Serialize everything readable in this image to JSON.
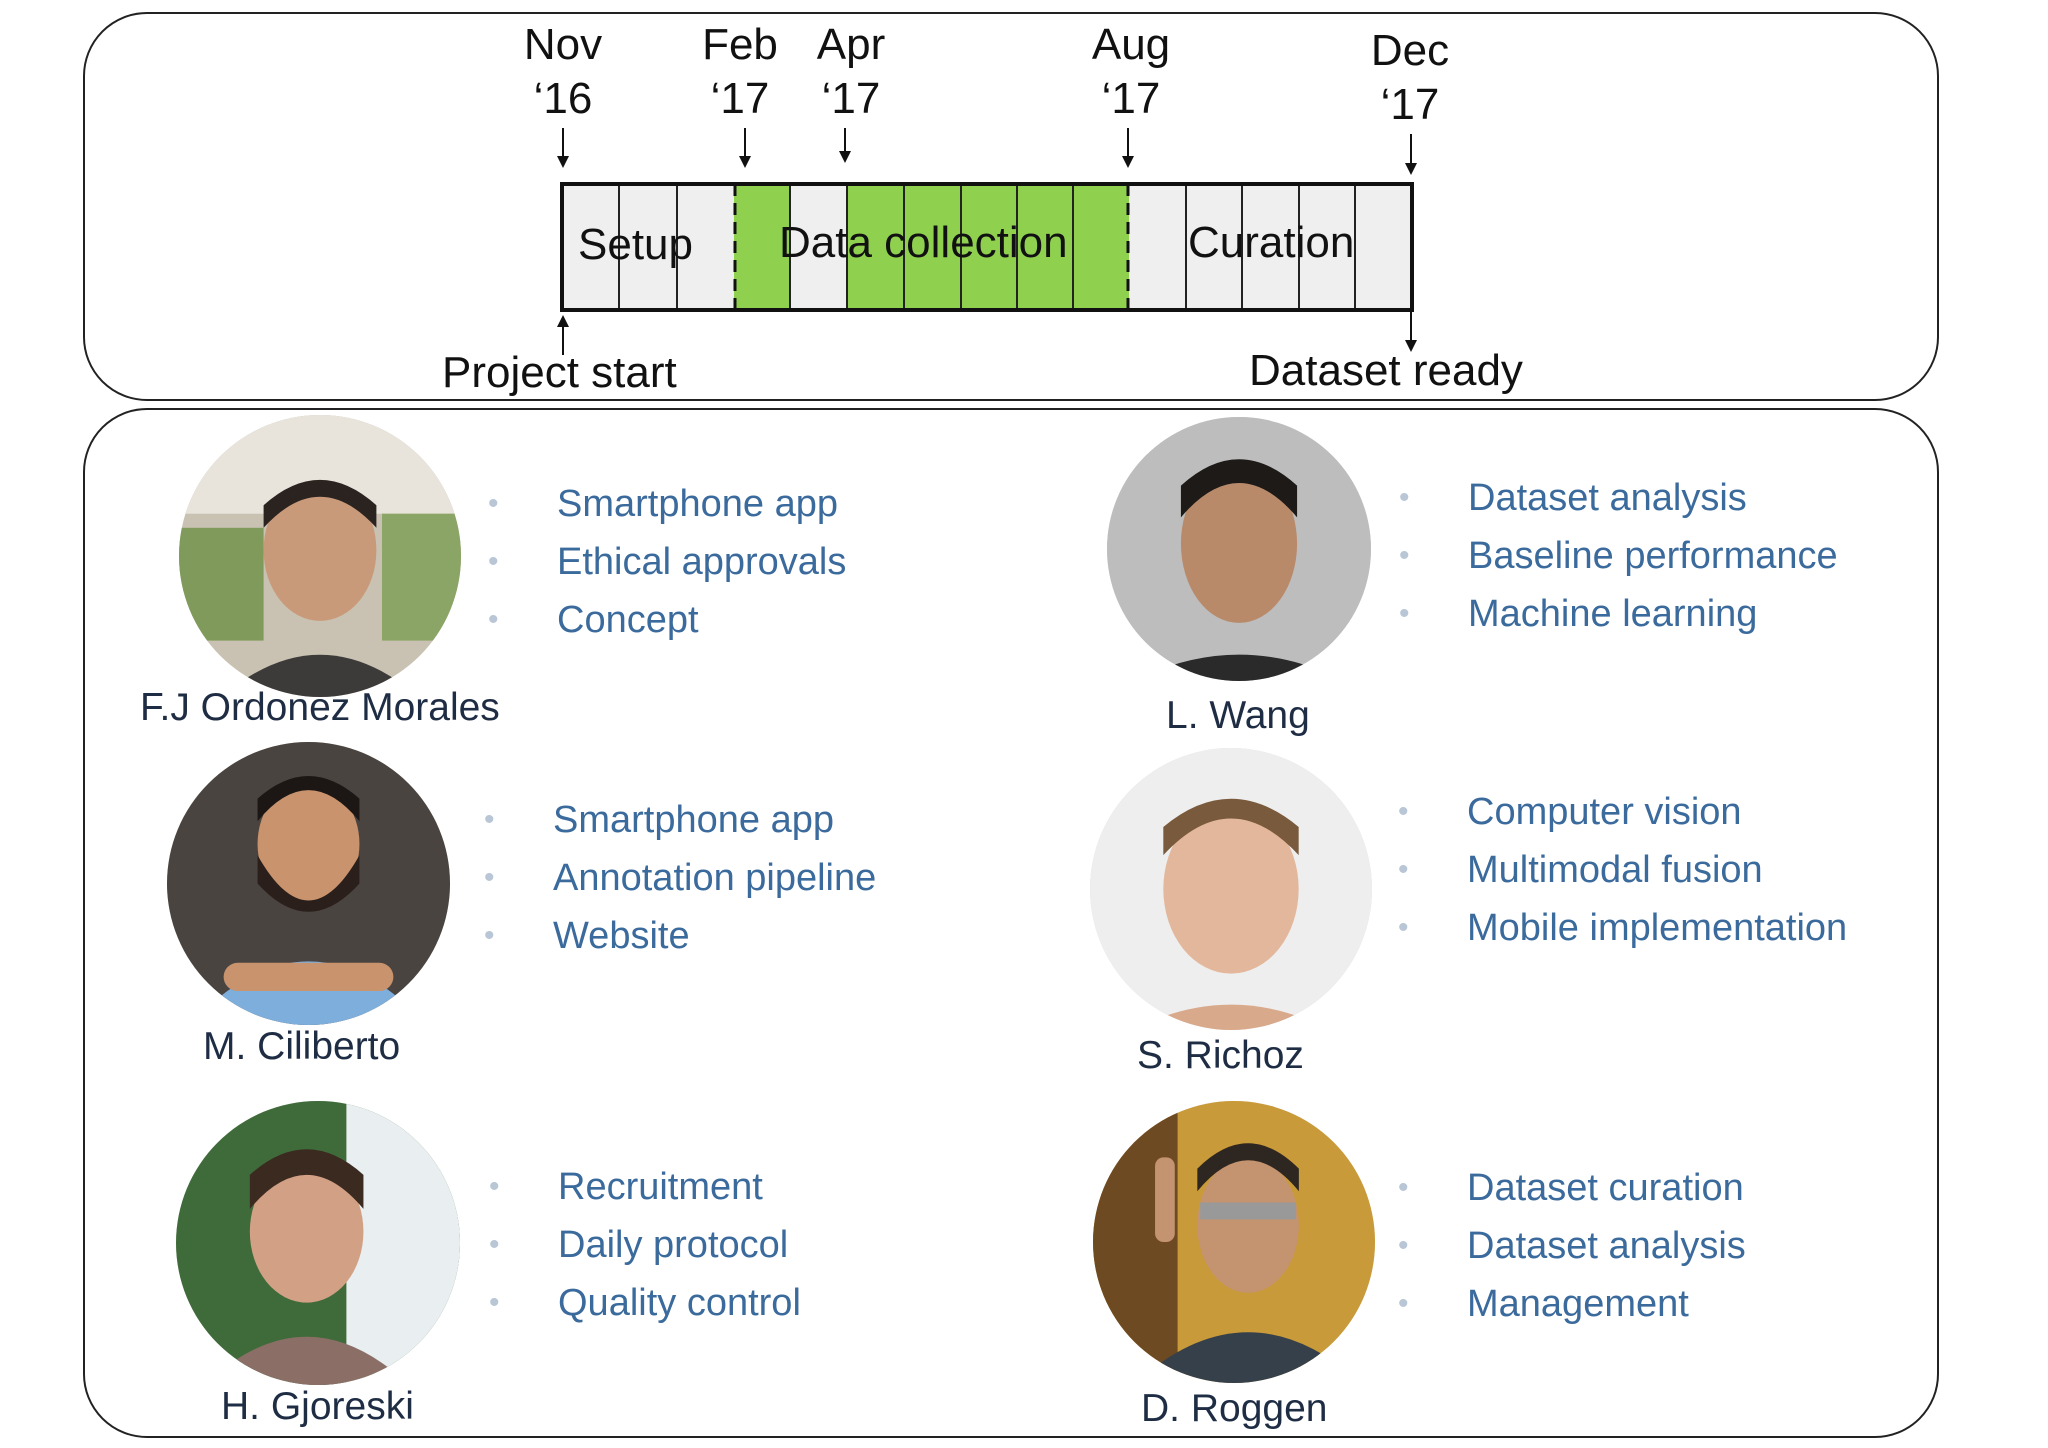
{
  "timeline": {
    "months": [
      {
        "text": "Nov\n‘16"
      },
      {
        "text": "Feb\n‘17"
      },
      {
        "text": "Apr\n‘17"
      },
      {
        "text": "Aug\n‘17"
      },
      {
        "text": "Dec\n‘17"
      }
    ],
    "phases": [
      {
        "label": "Setup",
        "color": "#efefef"
      },
      {
        "label": "Data collection",
        "color": "#8fd14f"
      },
      {
        "label": "Curation",
        "color": "#efefef"
      }
    ],
    "project_start": "Project start",
    "dataset_ready": "Dataset ready"
  },
  "people": [
    {
      "name": "F.J Ordonez Morales",
      "roles": [
        "Smartphone app",
        "Ethical approvals",
        "Concept"
      ]
    },
    {
      "name": "L. Wang",
      "roles": [
        "Dataset analysis",
        "Baseline performance",
        "Machine learning"
      ]
    },
    {
      "name": "M. Ciliberto",
      "roles": [
        "Smartphone app",
        "Annotation pipeline",
        "Website"
      ]
    },
    {
      "name": "S. Richoz",
      "roles": [
        "Computer vision",
        "Multimodal fusion",
        "Mobile implementation"
      ]
    },
    {
      "name": "H. Gjoreski",
      "roles": [
        "Recruitment",
        "Daily protocol",
        "Quality control"
      ]
    },
    {
      "name": "D. Roggen",
      "roles": [
        "Dataset curation",
        "Dataset analysis",
        "Management"
      ]
    }
  ],
  "colors": {
    "role_text": "#3b6a9c",
    "name_text": "#1f2d44",
    "green": "#8fd14f",
    "bar_grey": "#efefef"
  }
}
